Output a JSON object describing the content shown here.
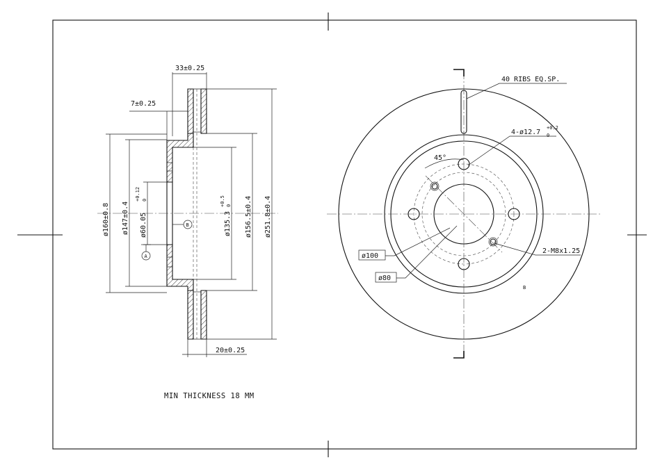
{
  "drawing": {
    "side_view": {
      "dims": {
        "overall_thickness": "33±0.25",
        "hat_thickness": "7±0.25",
        "disc_offset": "20±0.25",
        "d160": "ø160±0.8",
        "d147": "ø147±0.4",
        "d60": "ø60.05",
        "d60_tol": "+0.12",
        "d60_tol_low": "0",
        "d135": "ø135.3",
        "d135_tol": "+0.5",
        "d135_tol_low": "0",
        "d156": "ø156.5±0.4",
        "d251": "ø251.8±0.4"
      },
      "datum_a": "A",
      "datum_b": "B"
    },
    "front_view": {
      "ribs": "40 RIBS EQ.SP.",
      "holes": "4-ø12.7",
      "holes_tol": "+0.2",
      "holes_tol_low": "0",
      "angle": "45°",
      "threads": "2-M8x1.25",
      "pcd100": "ø100",
      "pcd80": "ø80"
    },
    "note": "MIN THICKNESS 18 MM",
    "mark_b": "B"
  }
}
